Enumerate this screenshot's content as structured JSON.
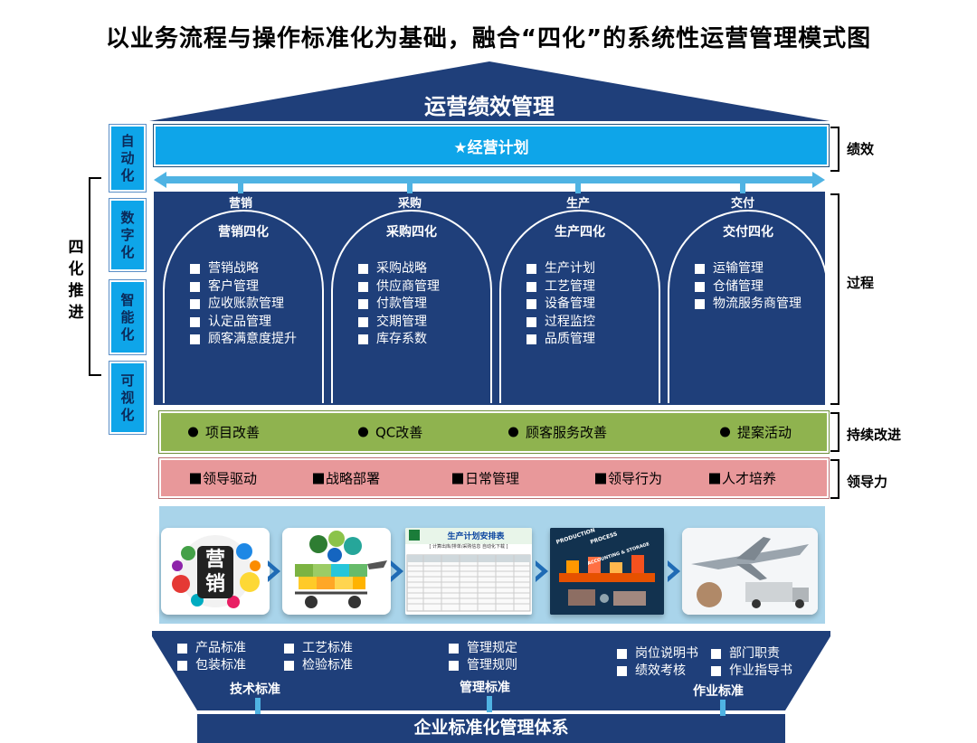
{
  "title": "以业务流程与操作标准化为基础，融合“四化”的系统性运营管理模式图",
  "roof": {
    "label": "运营绩效管理"
  },
  "plan": {
    "label": "★经营计划"
  },
  "colors": {
    "navy": "#1f3f7a",
    "cyan": "#0ea5e9",
    "green": "#8fb34f",
    "pink": "#e8989a",
    "light_blue": "#a9d4ea"
  },
  "four_mods": {
    "label": "四化推进",
    "items": [
      "自动化",
      "数字化",
      "智能化",
      "可视化"
    ]
  },
  "columns": [
    {
      "head": "营销",
      "title": "营销四化",
      "items": [
        "营销战略",
        "客户管理",
        "应收账款管理",
        "认定品管理",
        "顾客满意度提升"
      ]
    },
    {
      "head": "采购",
      "title": "采购四化",
      "items": [
        "采购战略",
        "供应商管理",
        "付款管理",
        "交期管理",
        "库存系数"
      ]
    },
    {
      "head": "生产",
      "title": "生产四化",
      "items": [
        "生产计划",
        "工艺管理",
        "设备管理",
        "过程监控",
        "品质管理"
      ]
    },
    {
      "head": "交付",
      "title": "交付四化",
      "items": [
        "运输管理",
        "仓储管理",
        "物流服务商管理"
      ]
    }
  ],
  "improvement": {
    "items": [
      "项目改善",
      "QC改善",
      "顾客服务改善",
      "提案活动"
    ]
  },
  "leadership": {
    "items": [
      "领导驱动",
      "战略部署",
      "日常管理",
      "领导行为",
      "人才培养"
    ]
  },
  "right_labels": {
    "performance": "绩效",
    "process": "过程",
    "improvement": "持续改进",
    "leadership": "领导力"
  },
  "flow": {
    "marketing_word": [
      "营",
      "销"
    ],
    "schedule_title": "生产计划安排表",
    "schedule_sub": "[ 计算出库/排单/采购信息 自动化下载 ]",
    "factory_words": [
      "PRODUCTION",
      "PROCESS",
      "ACCOUNTING & STORAGE"
    ]
  },
  "base": {
    "title": "企业标准化管理体系",
    "groups": [
      {
        "label": "技术标准",
        "items": [
          "产品标准",
          "工艺标准",
          "包装标准",
          "检验标准"
        ]
      },
      {
        "label": "管理标准",
        "items": [
          "管理规定",
          "管理规则"
        ]
      },
      {
        "label": "作业标准",
        "items": [
          "岗位说明书",
          "部门职责",
          "绩效考核",
          "作业指导书"
        ]
      }
    ]
  }
}
